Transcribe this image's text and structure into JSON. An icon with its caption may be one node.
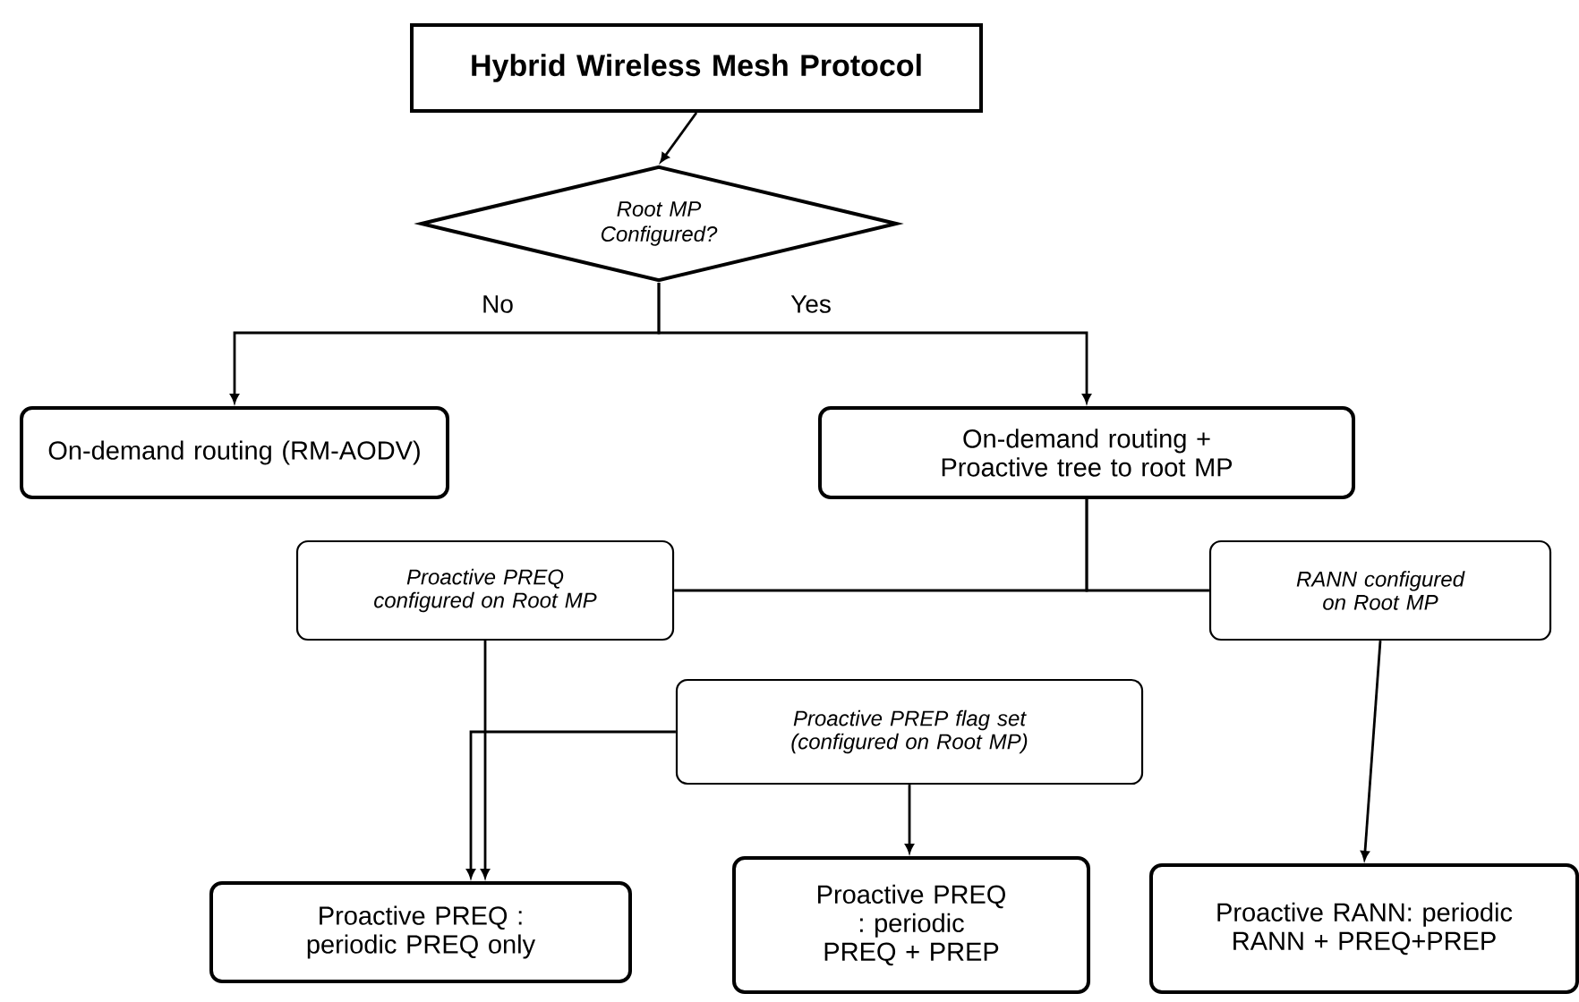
{
  "diagram": {
    "nodes": [
      {
        "text": [
          "Hybrid Wireless Mesh Protocol"
        ]
      },
      {
        "text": [
          "Root MP Configured?"
        ]
      },
      {
        "text": [
          "On-demand routing (RM-AODV)"
        ]
      },
      {
        "text": [
          "On-demand routing + Proactive tree to root MP"
        ]
      },
      {
        "text": [
          "Proactive PREQ configured on Root MP"
        ]
      },
      {
        "text": [
          "RANN configured on Root MP"
        ]
      },
      {
        "text": [
          "Proactive PREP flag set (configured on Root MP)"
        ]
      },
      {
        "text": [
          "Proactive PREQ : periodic PREQ only"
        ]
      },
      {
        "text": [
          "Proactive PREQ : periodic PREQ + PREP"
        ]
      },
      {
        "text": [
          "Proactive RANN: periodic RANN + PREQ+PREP"
        ]
      }
    ],
    "edges": [
      {
        "from": 0,
        "to": 1,
        "arrow": "to"
      },
      {
        "from": 1,
        "to": 2,
        "arrow": "to",
        "label": "No"
      },
      {
        "from": 1,
        "to": 3,
        "arrow": "to",
        "label": "Yes"
      },
      {
        "from": 3,
        "to": 4,
        "arrow": "none"
      },
      {
        "from": 3,
        "to": 5,
        "arrow": "none"
      },
      {
        "from": 4,
        "to": 7,
        "arrow": "to"
      },
      {
        "from": 6,
        "to": 7,
        "arrow": "to"
      },
      {
        "from": 6,
        "to": 8,
        "arrow": "to"
      },
      {
        "from": 5,
        "to": 9,
        "arrow": "to"
      }
    ]
  }
}
